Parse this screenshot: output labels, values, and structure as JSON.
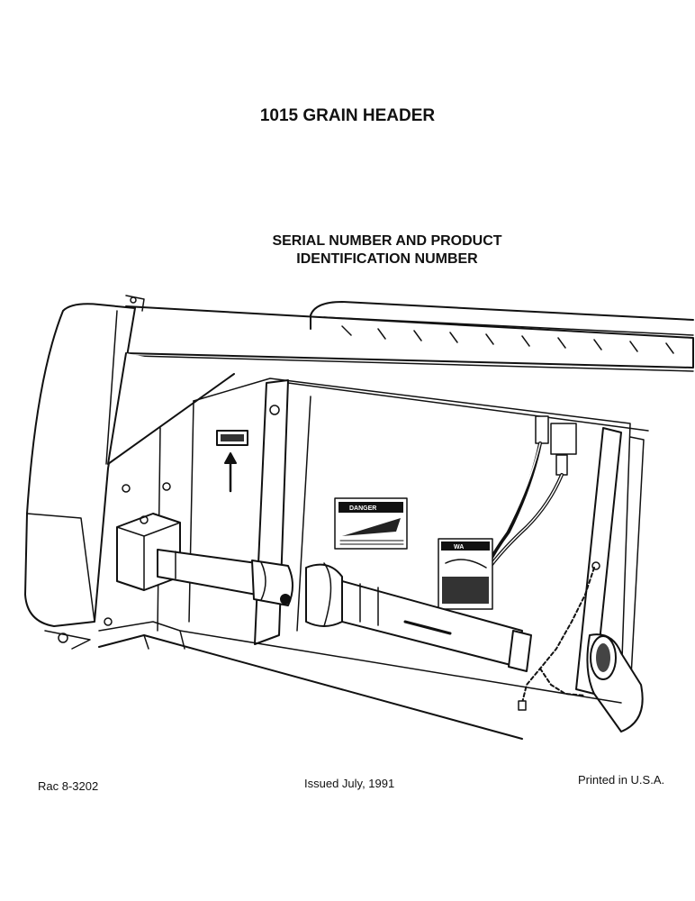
{
  "document": {
    "title": "1015 GRAIN HEADER",
    "subtitle_line1": "SERIAL NUMBER AND PRODUCT",
    "subtitle_line2": "IDENTIFICATION NUMBER"
  },
  "illustration": {
    "danger_decal_label": "DANGER",
    "warning_decal_label": "WA"
  },
  "footer": {
    "form_number": "Rac 8-3202",
    "issued": "Issued July, 1991",
    "printed": "Printed in U.S.A."
  }
}
